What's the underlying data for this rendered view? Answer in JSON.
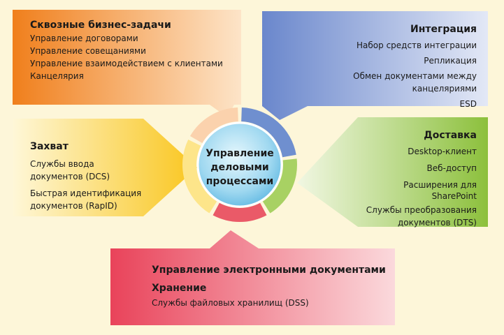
{
  "colors": {
    "background": "#fdf6d9",
    "orange": "#f08a2c",
    "blue": "#6f8fcf",
    "green": "#8cc03c",
    "yellow": "#f9c928",
    "red": "#ea4a5a"
  },
  "center": {
    "lines": [
      "Управление",
      "деловыми",
      "процессами"
    ]
  },
  "business": {
    "title": "Сквозные бизнес-задачи",
    "items": [
      "Управление договорами",
      "Управление совещаниями",
      "Управление взаимодействием с клиентами",
      "Канцелярия"
    ]
  },
  "integration": {
    "title": "Интеграция",
    "items": [
      "Набор средств интеграции",
      "Репликация",
      "Обмен документами между канцеляриями",
      "ESD"
    ]
  },
  "capture": {
    "title": "Захват",
    "items": [
      [
        "Службы ввода",
        "документов (DCS)"
      ],
      [
        "Быстрая идентификация",
        "документов (RapID)"
      ]
    ]
  },
  "delivery": {
    "title": "Доставка",
    "items": [
      [
        "Desktop-клиент"
      ],
      [
        "Веб-доступ"
      ],
      [
        "Расширения для",
        "SharePoint"
      ],
      [
        "Службы преобразования",
        "документов (DTS)"
      ]
    ]
  },
  "ecm": {
    "title": "Управление электронными документами",
    "subtitle": "Хранение",
    "item": "Службы файловых хранилищ (DSS)"
  }
}
